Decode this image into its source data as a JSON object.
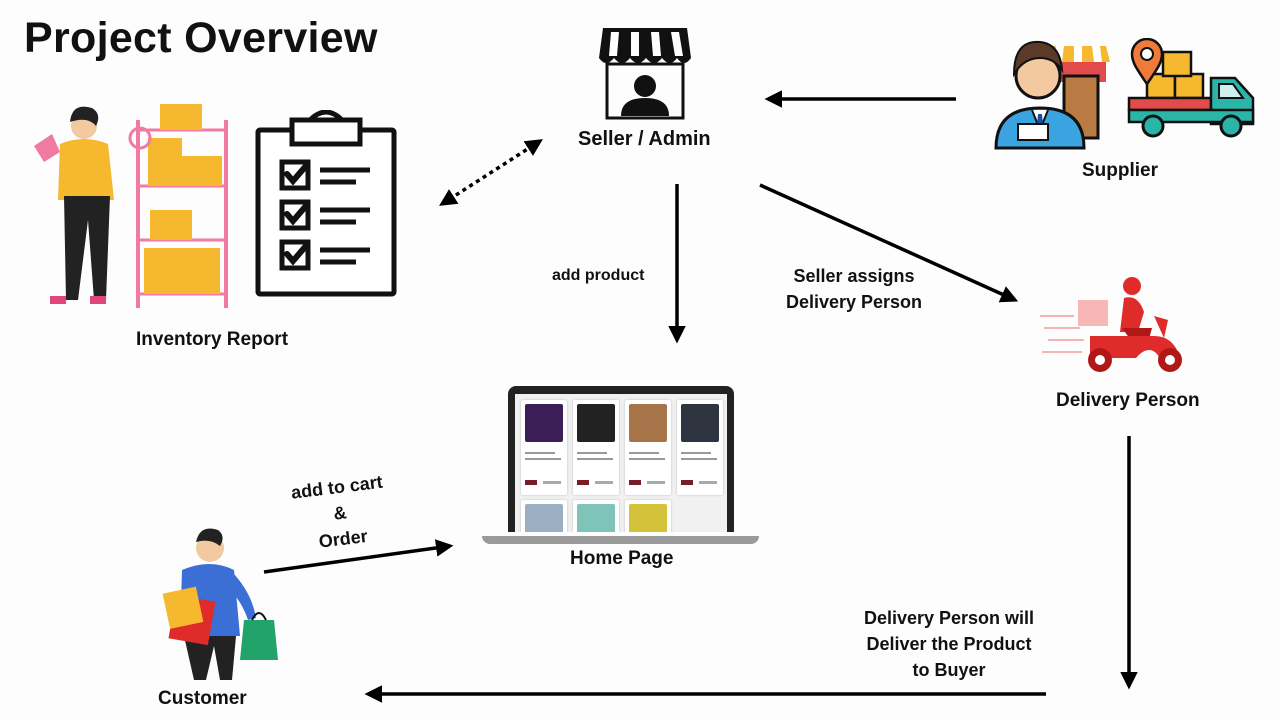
{
  "title": "Project Overview",
  "nodes": {
    "seller": "Seller / Admin",
    "supplier": "Supplier",
    "inventory": "Inventory Report",
    "delivery": "Delivery Person",
    "home": "Home Page",
    "customer": "Customer"
  },
  "edges": {
    "add_product": "add product",
    "assigns_line1": "Seller assigns",
    "assigns_line2": "Delivery  Person",
    "cart_line1": "add to cart",
    "cart_line2": "&",
    "cart_line3": "Order",
    "deliver_line1": "Delivery Person will",
    "deliver_line2": "Deliver the Product",
    "deliver_line3": "to Buyer"
  },
  "colors": {
    "accent_yellow": "#f5b82e",
    "delivery_red": "#e02b2b",
    "truck_teal": "#2bb5a8",
    "shelf_pink": "#f07aa0"
  },
  "icons": [
    "shop-icon",
    "supplier-icon",
    "truck-icon",
    "location-pin-icon",
    "clipboard-icon",
    "warehouse-worker-icon",
    "scooter-icon",
    "laptop-icon",
    "shopping-customer-icon"
  ]
}
